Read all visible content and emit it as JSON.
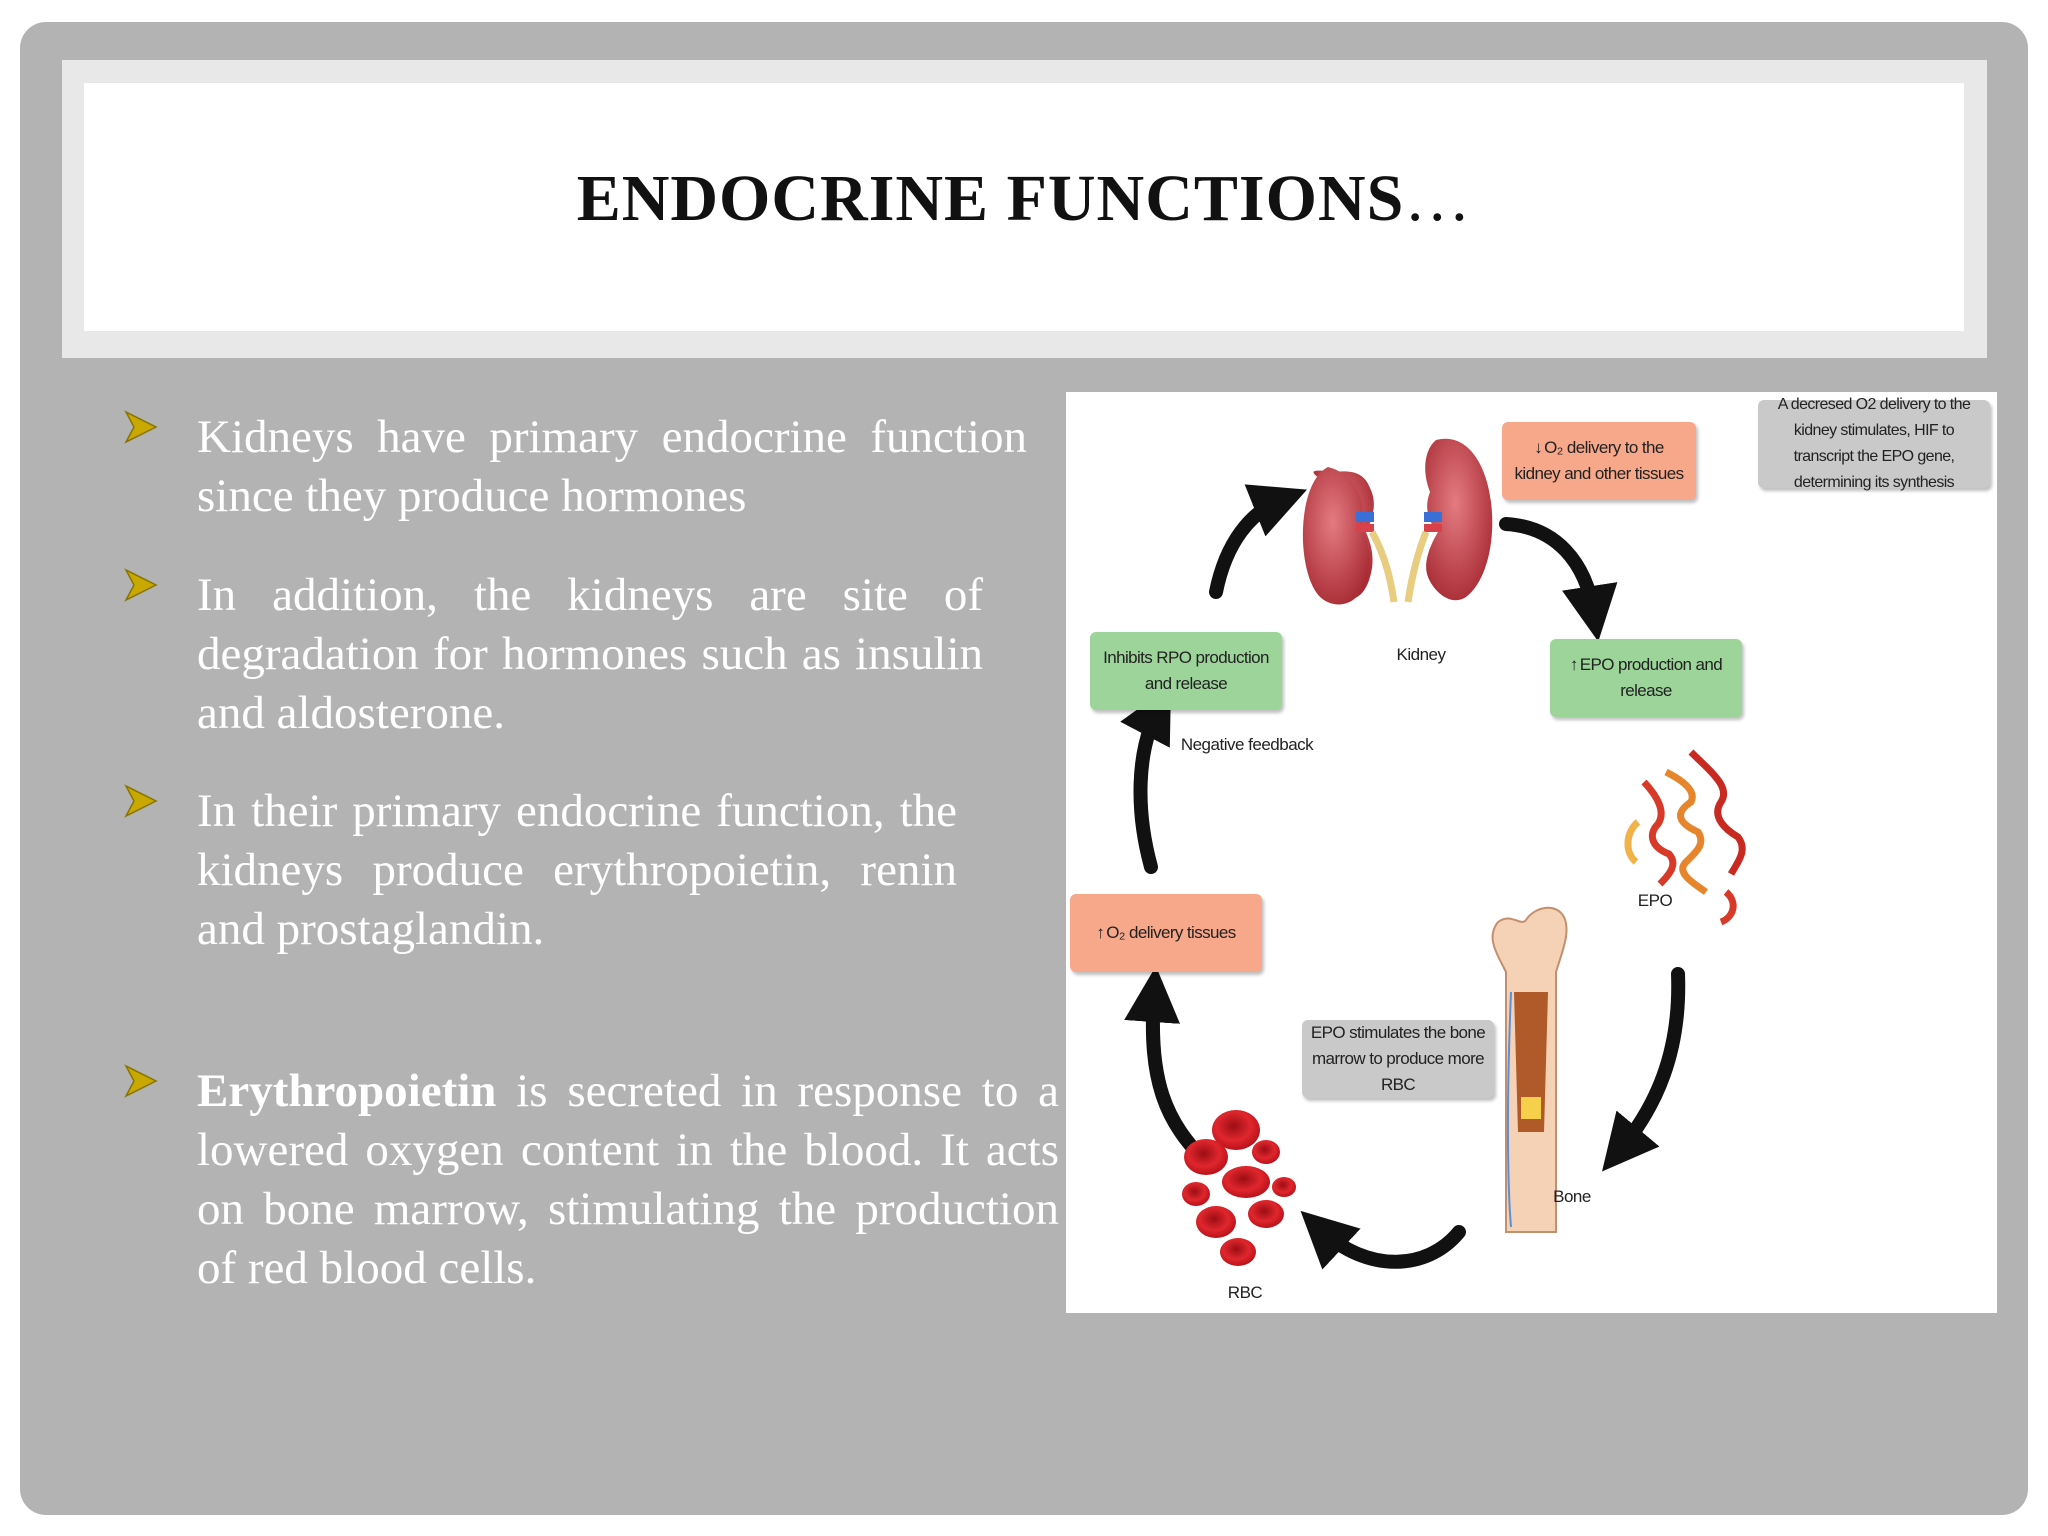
{
  "slide": {
    "title": "ENDOCRINE FUNCTIONS",
    "title_suffix": "…",
    "bullets": [
      {
        "text": "Kidneys have primary endocrine function since they  produce hormones"
      },
      {
        "text": "In addition, the kidneys are site of degradation for  hormones such as insulin and aldosterone."
      },
      {
        "text": "In their primary endocrine function, the kidneys  produce erythropoietin, renin and prostaglandin."
      },
      {
        "bold": "Erythropoietin",
        "text": " is secreted in response to a lowered  oxygen content in the blood. It acts on bone marrow,  stimulating the production of red blood cells."
      }
    ],
    "bullet_arrow_color": "#c9a800"
  },
  "figure": {
    "box_o2_down_arrow": "↓",
    "box_o2_down": "O₂ delivery to the kidney and other tissues",
    "box_hif": "A decresed O2 delivery to the kidney stimulates, HIF to transcript the EPO gene, determining its synthesis",
    "box_epo_prod_arrow": "↑",
    "box_epo_prod": "EPO production and release",
    "box_inhibits": "Inhibits RPO production and release",
    "label_negative": "Negative feedback",
    "label_kidney": "Kidney",
    "label_epo": "EPO",
    "box_o2_up_arrow": "↑",
    "box_o2_up": "O₂ delivery tissues",
    "box_bone_marrow": "EPO stimulates the bone marrow to produce more RBC",
    "label_bone": "Bone",
    "label_rbc": "RBC",
    "colors": {
      "orange": "#f7a78a",
      "green": "#9cd49a",
      "gray": "#c9c9c9",
      "kidney": "#c9424b",
      "rbc": "#d61f26"
    }
  }
}
